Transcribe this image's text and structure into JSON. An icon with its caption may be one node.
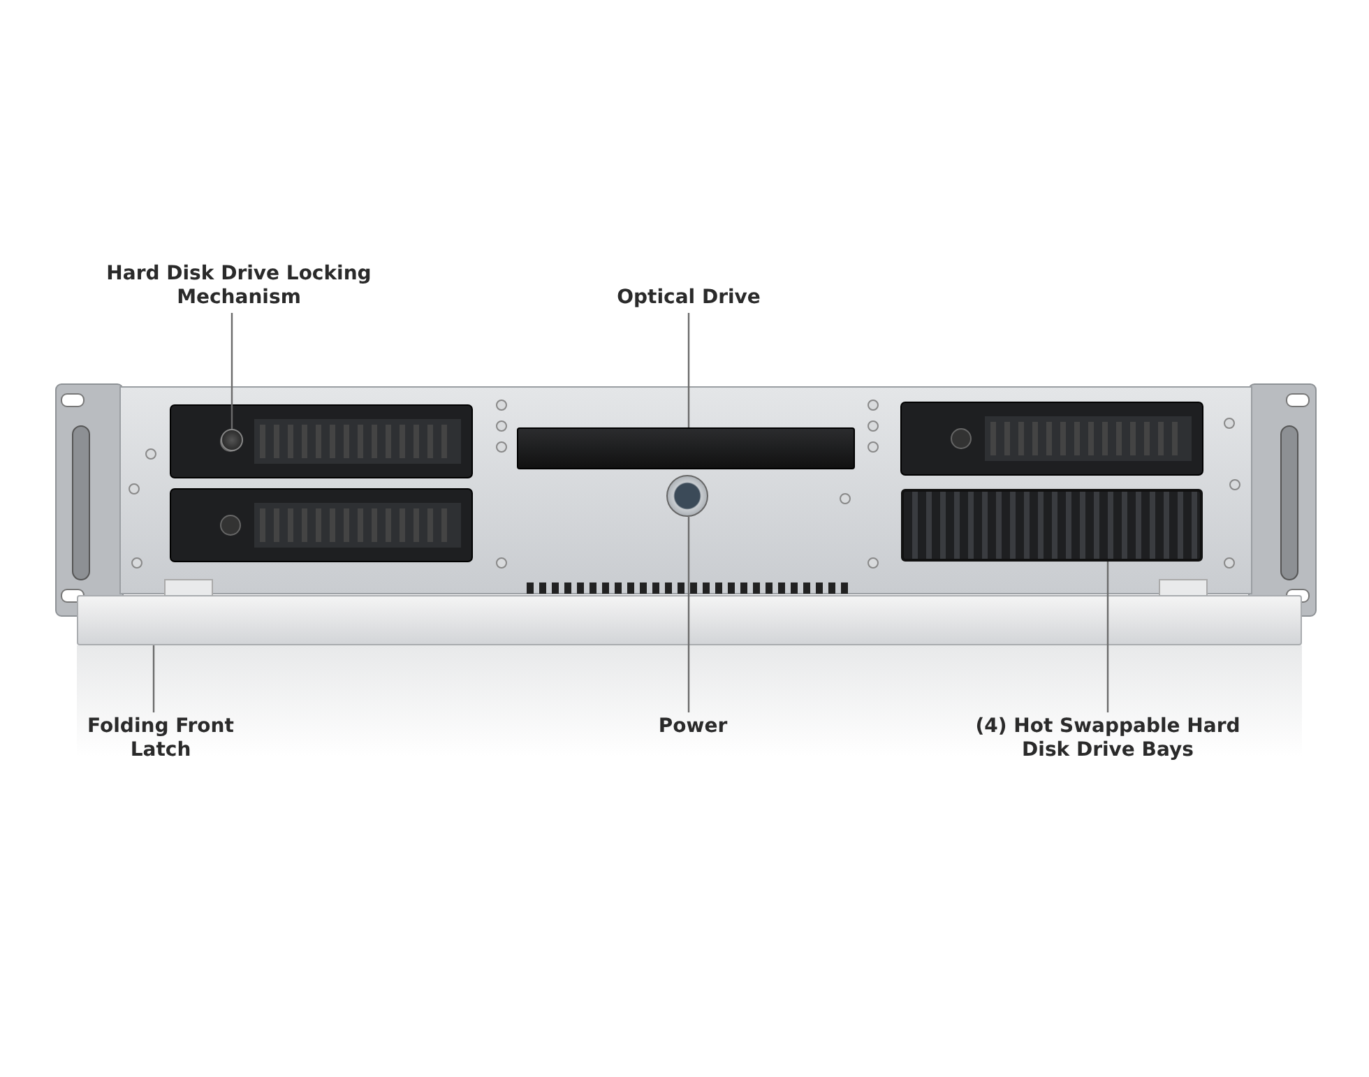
{
  "diagram": {
    "nodes": [
      {
        "text": [
          "Hard Disk Drive Locking Mechanism"
        ]
      },
      {
        "text": [
          "Optical Drive"
        ]
      },
      {
        "text": [
          "Folding Front Latch"
        ]
      },
      {
        "text": [
          "Power"
        ]
      },
      {
        "text": [
          "(4) Hot Swappable Hard Disk Drive Bays"
        ]
      },
      {
        "text": [],
        "shape": "circle"
      },
      {
        "text": [],
        "shape": "bar"
      },
      {
        "text": [],
        "shape": "bar"
      },
      {
        "text": [],
        "shape": "circle"
      },
      {
        "text": [],
        "shape": "box"
      }
    ],
    "edges": [
      {
        "from": 0,
        "to": 5,
        "arrow": "none"
      },
      {
        "from": 1,
        "to": 6,
        "arrow": "none"
      },
      {
        "from": 2,
        "to": 7,
        "arrow": "none"
      },
      {
        "from": 3,
        "to": 8,
        "arrow": "none"
      },
      {
        "from": 4,
        "to": 9,
        "arrow": "none"
      }
    ]
  }
}
